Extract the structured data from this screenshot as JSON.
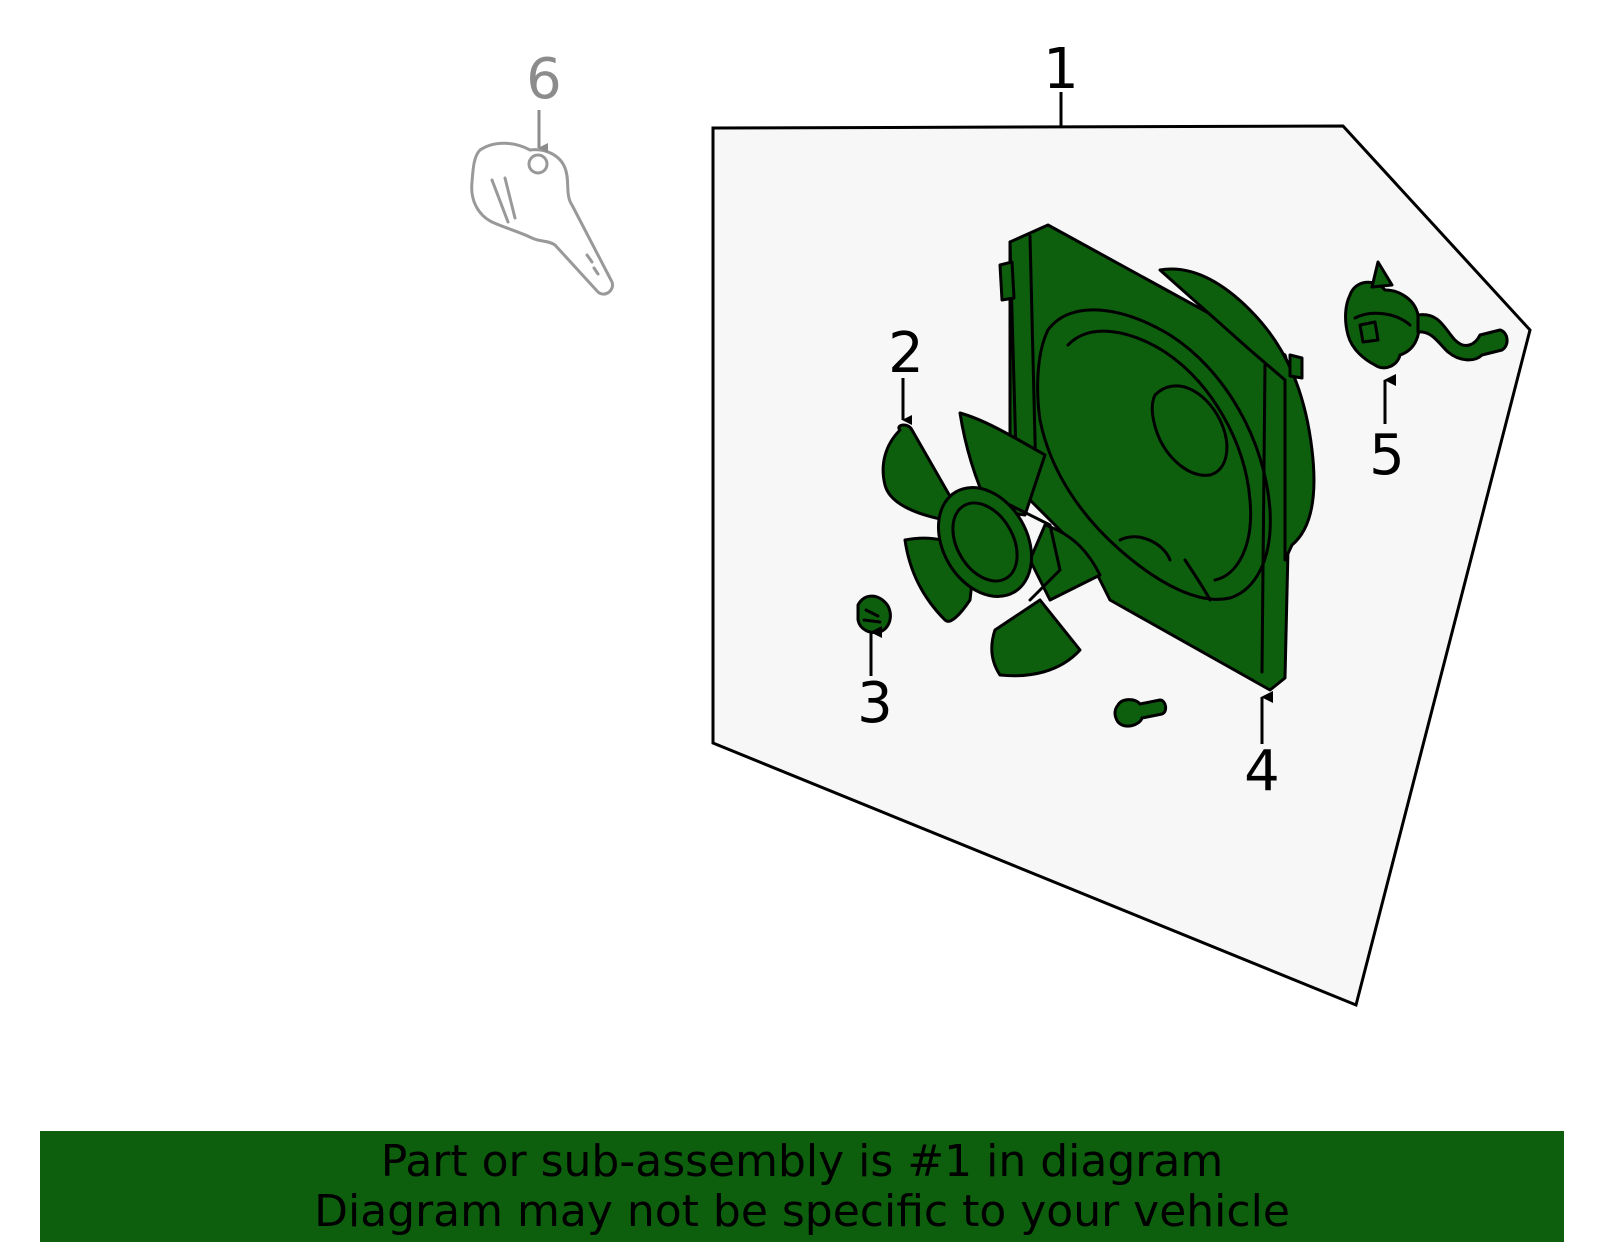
{
  "callouts": {
    "c1": "1",
    "c2": "2",
    "c3": "3",
    "c4": "4",
    "c5": "5",
    "c6": "6"
  },
  "banner": {
    "line1": "Part or sub-assembly is #1 in diagram",
    "line2": "Diagram may not be specific to your vehicle"
  },
  "colors": {
    "part_fill": "#0d5e0d",
    "banner_bg": "#0d5e0d",
    "panel_bg": "#f7f7f7",
    "ghost": "#8c8c8c"
  }
}
